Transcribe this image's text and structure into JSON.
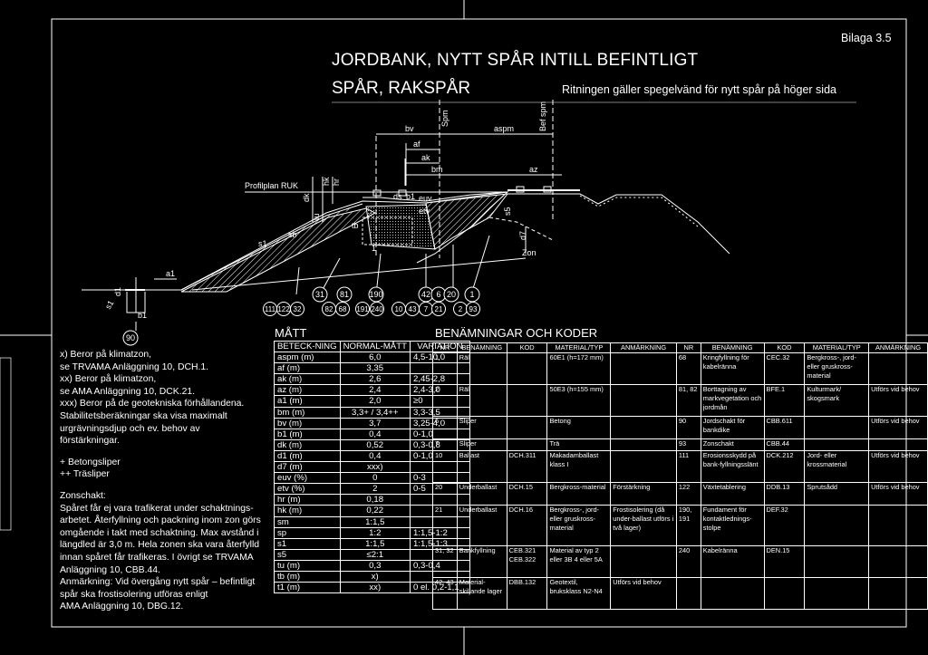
{
  "header": {
    "bilaga": "Bilaga 3.5",
    "title_line1": "JORDBANK, NYTT SPÅR INTILL BEFINTLIGT",
    "title_line2": "SPÅR, RAKSPÅR",
    "subnote": "Ritningen gäller spegelvänd för nytt spår på höger sida"
  },
  "drawing": {
    "labels": {
      "bv": "bv",
      "spm": "Spm",
      "aspm": "aspm",
      "bef_spm": "Bef spm",
      "af": "af",
      "ak": "ak",
      "bm": "bm",
      "az": "az",
      "profilplan": "Profilplan RUK",
      "dk": "dk",
      "tu": "tu",
      "hk": "hk",
      "hr": "hr",
      "ds": "ds",
      "b1": "b1",
      "euv": "euv",
      "etv": "etv",
      "s5": "s5",
      "d7": "d7",
      "zon": "Zon",
      "sb": "sb",
      "one": "1",
      "s1": "s1",
      "a1": "a1",
      "d1": "d1",
      "s1b": "s1",
      "b1b": "b1",
      "tb": "tb"
    },
    "circles_top": [
      "31",
      "81",
      "190",
      "42",
      "6",
      "20",
      "1"
    ],
    "circles_bottom": [
      "111",
      "122",
      "32",
      "82",
      "68",
      "191",
      "240",
      "10",
      "43",
      "7",
      "21",
      "2",
      "93"
    ],
    "circle_left": "90"
  },
  "notes": [
    "x) Beror på klimatzon,",
    "se TRVAMA Anläggning 10, DCH.1.",
    "xx) Beror på klimatzon,",
    "se AMA Anläggning 10, DCK.21.",
    "xxx) Beror på de geotekniska förhållandena.",
    "Stabilitetsberäkningar ska visa maximalt",
    "urgrävningsdjup och ev. behov av",
    "förstärkningar.",
    "",
    "+ Betongsliper",
    "++ Träsliper",
    "",
    "Zonschakt:",
    "Spåret får ej vara trafikerat under schaktnings-",
    "arbetet. Återfyllning och packning inom zon görs",
    "omgående i takt med schaktning. Max avstånd i",
    "längdled är 3,0 m. Hela zonen ska vara återfylld",
    "innan spåret får trafikeras. I övrigt se TRVAMA",
    "Anläggning 10, CBB.44.",
    "Anmärkning: Vid övergång nytt spår – befintligt",
    "spår ska frostisolering utföras enligt",
    "AMA Anläggning 10, DBG.12."
  ],
  "matt": {
    "title": "MÅTT",
    "headers": [
      "BETECK-NING",
      "NORMAL-MÅTT",
      "VARIATION"
    ],
    "rows": [
      [
        "aspm (m)",
        "6,0",
        "4,5-10,0"
      ],
      [
        "af (m)",
        "3,35",
        ""
      ],
      [
        "ak (m)",
        "2,6",
        "2,45-2,8"
      ],
      [
        "az (m)",
        "2,4",
        "2,4-3,0"
      ],
      [
        "a1 (m)",
        "2,0",
        "≥0"
      ],
      [
        "bm (m)",
        "3,3+ / 3,4++",
        "3,3-3,5"
      ],
      [
        "bv (m)",
        "3,7",
        "3,25-4,0"
      ],
      [
        "b1 (m)",
        "0,4",
        "0-1,0"
      ],
      [
        "dk (m)",
        "0,52",
        "0,3-0,8"
      ],
      [
        "d1 (m)",
        "0,4",
        "0-1,0"
      ],
      [
        "d7 (m)",
        "xxx)",
        ""
      ],
      [
        "euv (%)",
        "0",
        "0-3"
      ],
      [
        "etv (%)",
        "2",
        "0-5"
      ],
      [
        "hr (m)",
        "0,18",
        ""
      ],
      [
        "hk (m)",
        "0,22",
        ""
      ],
      [
        "sm",
        "1:1,5",
        ""
      ],
      [
        "sp",
        "1:2",
        "1:1,5-1:2"
      ],
      [
        "s1",
        "1:1,5",
        "1:1,5-1:3"
      ],
      [
        "s5",
        "≤2:1",
        ""
      ],
      [
        "tu (m)",
        "0,3",
        "0,3-0,4"
      ],
      [
        "tb (m)",
        "x)",
        ""
      ],
      [
        "t1 (m)",
        "xx)",
        "0 el. 0,2-1,1"
      ]
    ]
  },
  "benamningar": {
    "title": "BENÄMNINGAR OCH KODER",
    "headers": [
      "NR",
      "BENÄMNING",
      "KOD",
      "MATERIAL/TYP",
      "ANMÄRKNING",
      "NR",
      "BENÄMNING",
      "KOD",
      "MATERIAL/TYP",
      "ANMÄRKNING"
    ],
    "rows": [
      [
        "1",
        "Räl",
        "",
        "60E1 (h=172 mm)",
        "",
        "68",
        "Kringfyllning för kabelränna",
        "CEC.32",
        "Bergkross-, jord- eller gruskross-material",
        ""
      ],
      [
        "2",
        "Räl",
        "",
        "50E3 (h=155 mm)",
        "",
        "81, 82",
        "Borttagning av markvegetation och jordmån",
        "BFE.1",
        "Kulturmark/ skogsmark",
        "Utförs vid behov"
      ],
      [
        "6",
        "Sliper",
        "",
        "Betong",
        "",
        "90",
        "Jordschakt för bankdike",
        "CBB.611",
        "",
        "Utförs vid behov"
      ],
      [
        "7",
        "Sliper",
        "",
        "Trä",
        "",
        "93",
        "Zonschakt",
        "CBB.44",
        "",
        ""
      ],
      [
        "10",
        "Ballast",
        "DCH.311",
        "Makadamballast klass I",
        "",
        "111",
        "Erosionsskydd på bank-fyllningsslänt",
        "DCK.212",
        "Jord- eller krossmaterial",
        "Utförs vid behov"
      ],
      [
        "20",
        "Underballast",
        "DCH.15",
        "Bergkross-material",
        "Förstärkning",
        "122",
        "Växtetablering",
        "DDB.13",
        "Sprutsådd",
        "Utförs vid behov"
      ],
      [
        "21",
        "Underballast",
        "DCH.16",
        "Bergkross-, jord- eller gruskross-material",
        "Frostisolering (då under-ballast utförs i två lager)",
        "190, 191",
        "Fundament för kontaktlednings-stolpe",
        "DEF.32",
        "",
        ""
      ],
      [
        "31, 32",
        "Bankfyllning",
        "CEB.321 CEB.322",
        "Material av typ 2 eller 3B 4 eller 5A",
        "",
        "240",
        "Kabelränna",
        "DEN.15",
        "",
        ""
      ],
      [
        "42, 43",
        "Material-skiljande lager",
        "DBB.132",
        "Geotextil, bruksklass N2-N4",
        "Utförs vid behov",
        "",
        "",
        "",
        "",
        ""
      ]
    ]
  }
}
